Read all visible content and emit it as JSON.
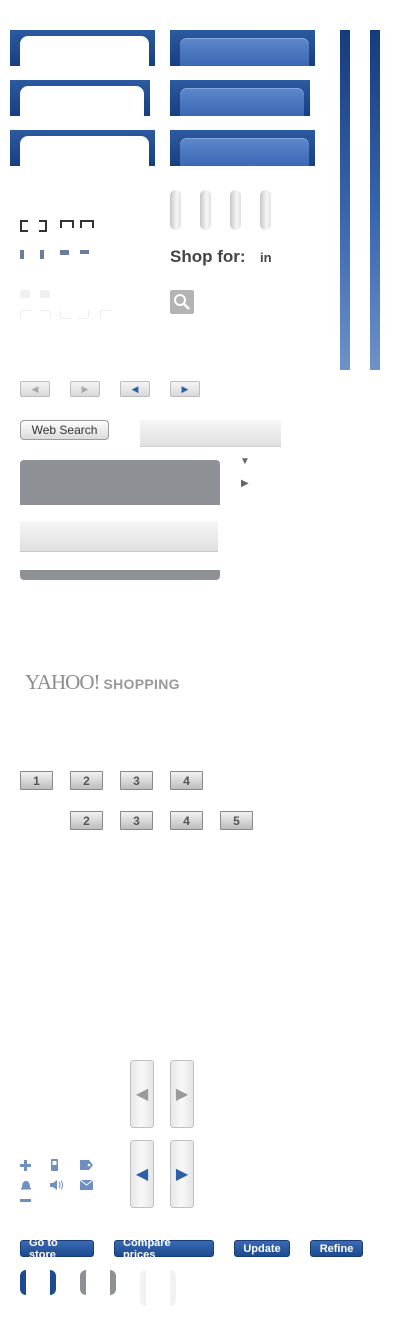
{
  "shop_label": "Shop for:",
  "shop_in_label": "in",
  "search": {
    "button_label": "Web Search"
  },
  "arrows": {
    "left": "◀",
    "right": "▶",
    "down": "▼"
  },
  "logo": {
    "yahoo": "YAHOO!",
    "shopping": "SHOPPING"
  },
  "pagination_row1": [
    "1",
    "2",
    "3",
    "4"
  ],
  "pagination_row2": [
    "2",
    "3",
    "4",
    "5"
  ],
  "buttons": {
    "go_to_store": "Go to store",
    "compare_prices": "Compare prices",
    "update": "Update",
    "refine": "Refine"
  },
  "icons": {
    "plus": "plus-icon",
    "phone": "phone-icon",
    "tag": "tag-icon",
    "bell": "bell-icon",
    "speaker": "speaker-icon",
    "mail": "mail-icon",
    "minus": "minus-icon",
    "search": "search-icon"
  },
  "colors": {
    "brand_blue": "#1d4a90",
    "accent_blue": "#3a68b4",
    "neutral_gray": "#8d9195"
  }
}
